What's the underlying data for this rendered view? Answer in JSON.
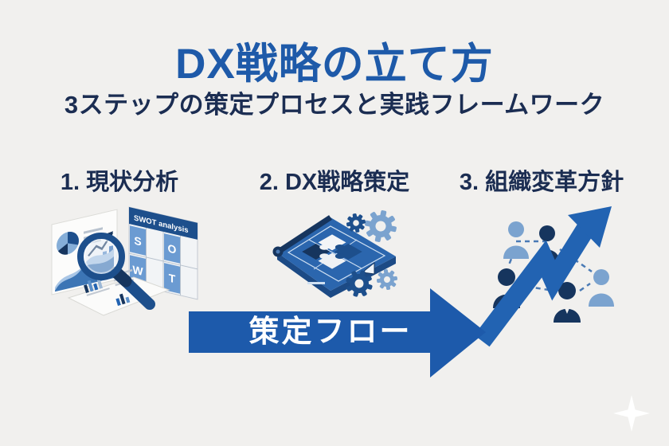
{
  "page": {
    "background": "#f1f0ee"
  },
  "header": {
    "title": "DX戦略の立て方",
    "subtitle": "3ステップの策定プロセスと実践フレームワーク",
    "title_color": "#1e5aa9",
    "subtitle_color": "#1b2d52"
  },
  "steps": [
    {
      "index": 1,
      "label": "1. 現状分析",
      "icon": "swot-analysis-illustration"
    },
    {
      "index": 2,
      "label": "2. DX戦略策定",
      "icon": "blueprint-puzzle-gears-illustration"
    },
    {
      "index": 3,
      "label": "3. 組織変革方針",
      "icon": "people-network-growth-illustration"
    }
  ],
  "flow_arrow": {
    "label": "策定フロー",
    "color": "#1d5aab",
    "text_color": "#ffffff"
  },
  "swot_board": {
    "header": "SWOT analysis",
    "cells": [
      "S",
      "W",
      "O",
      "T"
    ]
  },
  "colors": {
    "accent_blue": "#1d5aab",
    "navy": "#16355e",
    "mid_blue": "#1d4f8c",
    "light_blue": "#7ba3cf",
    "background": "#f1f0ee"
  }
}
